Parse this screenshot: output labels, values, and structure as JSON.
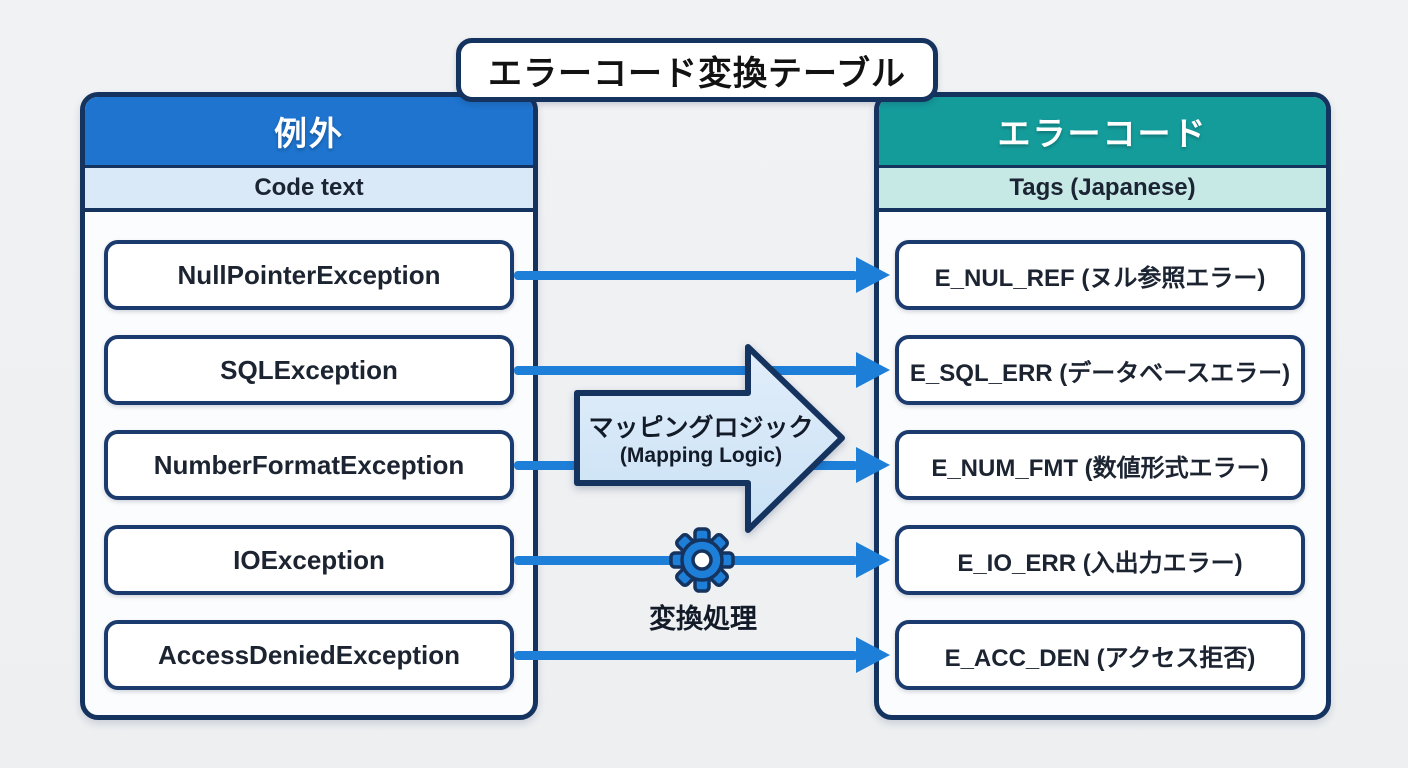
{
  "title": "エラーコード変換テーブル",
  "left_panel": {
    "header": "例外",
    "subheader": "Code text",
    "items": [
      "NullPointerException",
      "SQLException",
      "NumberFormatException",
      "IOException",
      "AccessDeniedException"
    ]
  },
  "right_panel": {
    "header": "エラーコード",
    "subheader": "Tags (Japanese)",
    "items": [
      "E_NUL_REF (ヌル参照エラー)",
      "E_SQL_ERR (データベースエラー)",
      "E_NUM_FMT (数値形式エラー)",
      "E_IO_ERR (入出力エラー)",
      "E_ACC_DEN (アクセス拒否)"
    ]
  },
  "mapping": {
    "arrow_label_jp": "マッピングロジック",
    "arrow_label_en": "(Mapping Logic)",
    "process_label": "変換処理",
    "gear_icon": "gear-icon"
  },
  "colors": {
    "exception_header_blue": "#1e74cf",
    "exception_subheader_bg": "#d9e9f7",
    "errorcode_header_teal": "#149c9b",
    "errorcode_subheader_bg": "#c6e9e6",
    "arrow_blue": "#1e7fd9",
    "outline_navy": "#15335f",
    "big_arrow_fill": "#d6e8f8"
  }
}
